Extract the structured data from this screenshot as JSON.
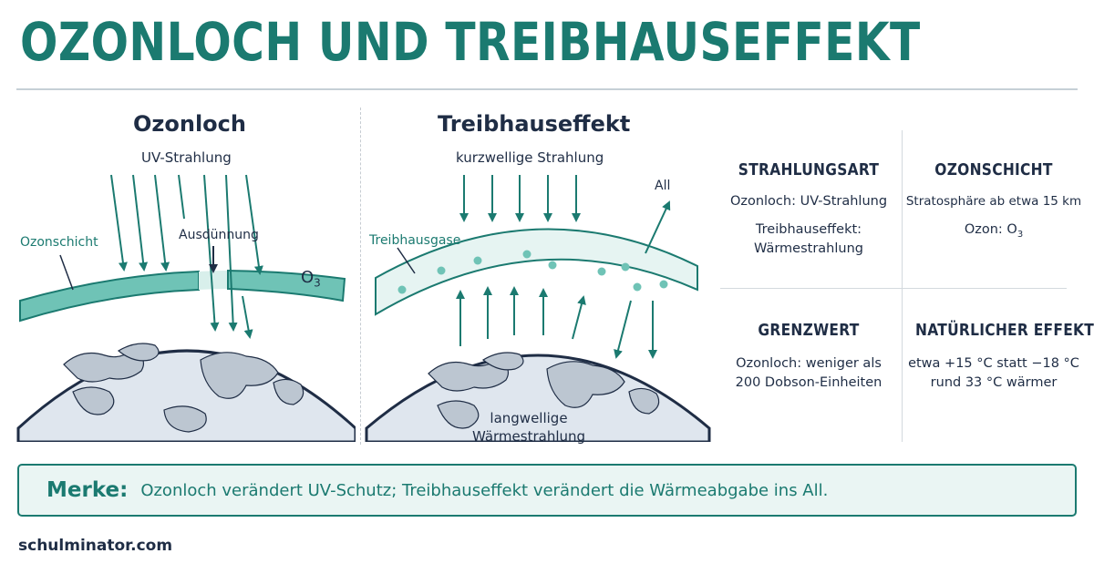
{
  "title": "OZONLOCH UND TREIBHAUSEFFEKT",
  "ozone": {
    "title": "Ozonloch",
    "uv_label": "UV-Strahlung",
    "layer_label": "Ozonschicht",
    "thinning_label": "Ausdünnung",
    "o3_label": "O",
    "o3_sub": "3"
  },
  "greenhouse": {
    "title": "Treibhauseffekt",
    "shortwave_label": "kurzwellige Strahlung",
    "space_label": "All",
    "gases_label": "Treibhausgase",
    "longwave_line1": "langwellige",
    "longwave_line2": "Wärmestrahlung"
  },
  "info": {
    "radiation": {
      "heading": "STRAHLUNGSART",
      "line1": "Ozonloch: UV-Strahlung",
      "line2": "Treibhauseffekt:",
      "line3": "Wärmestrahlung"
    },
    "ozone_layer": {
      "heading": "OZONSCHICHT",
      "line1": "Stratosphäre ab etwa 15 km",
      "line2": "Ozon: O",
      "line2_sub": "3"
    },
    "threshold": {
      "heading": "GRENZWERT",
      "line1": "Ozonloch: weniger als",
      "line2": "200 Dobson-Einheiten"
    },
    "natural": {
      "heading": "NATÜRLICHER EFFEKT",
      "line1": "etwa +15 °C statt −18 °C",
      "line2": "rund 33 °C wärmer"
    }
  },
  "merke": {
    "label": "Merke:",
    "text": "Ozonloch verändert UV-Schutz; Treibhauseffekt verändert die Wärmeabgabe ins All."
  },
  "footer": "schulminator.com",
  "colors": {
    "teal": "#1b7a70",
    "layer_fill": "#6fc3b6",
    "navy": "#1f2d45",
    "earth": "#dfe6ee",
    "band": "#e6f4f2"
  }
}
